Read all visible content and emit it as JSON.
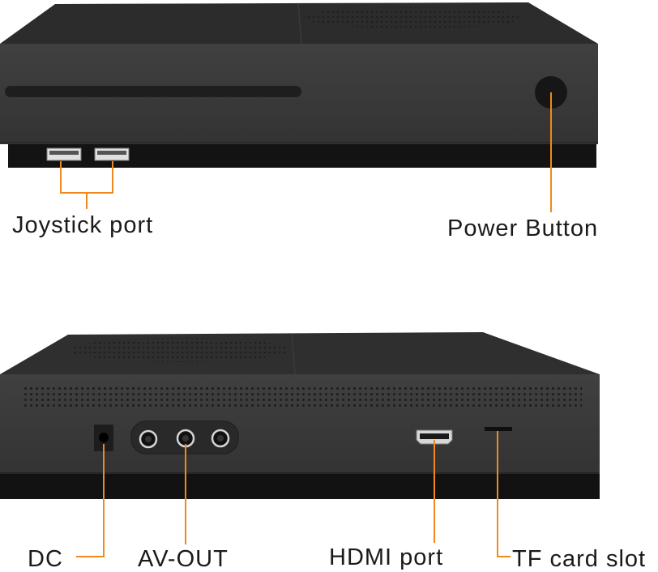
{
  "labels": {
    "joystick_port": "Joystick port",
    "power_button": "Power Button",
    "dc": "DC",
    "av_out": "AV-OUT",
    "hdmi_port": "HDMI port",
    "tf_card_slot": "TF card slot"
  },
  "colors": {
    "background": "#ffffff",
    "console_body": "#3a3a3a",
    "console_top": "#2f2f2f",
    "console_base": "#141414",
    "callout_line": "#f08a1c",
    "label_text": "#1a1a1a"
  }
}
